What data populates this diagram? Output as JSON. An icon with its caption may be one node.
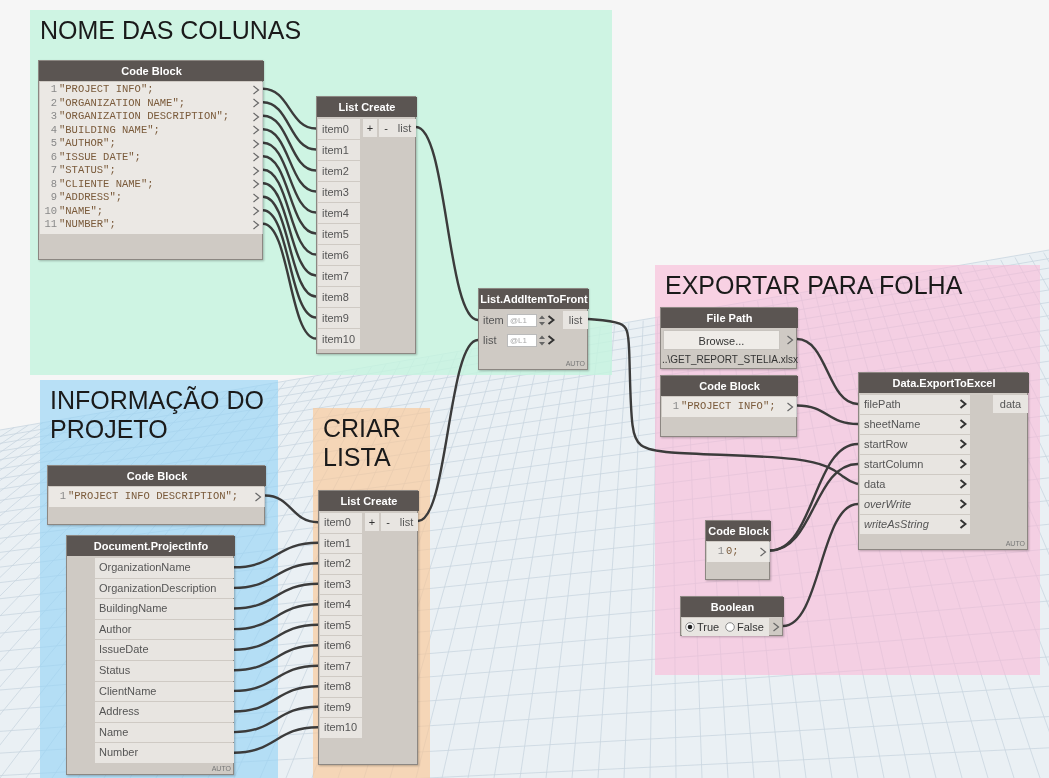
{
  "diagram": {
    "nodes": [
      {
        "text": [
          "NOME DAS COLUNAS"
        ]
      },
      {
        "text": [
          "Code Block",
          "1",
          "\"PROJECT INFO\";",
          "2",
          "\"ORGANIZATION NAME\";",
          "3",
          "\"ORGANIZATION DESCRIPTION\";",
          "4",
          "\"BUILDING NAME\";",
          "5",
          "\"AUTHOR\";",
          "6",
          "\"ISSUE DATE\";",
          "7",
          "\"STATUS\";",
          "8",
          "\"CLIENTE NAME\";",
          "9",
          "\"ADDRESS\";",
          "10",
          "\"NAME\";",
          "11",
          "\"NUMBER\";"
        ],
        "in": 0
      },
      {
        "text": [
          "List Create",
          "item0",
          "item1",
          "item2",
          "item3",
          "item4",
          "item5",
          "item6",
          "item7",
          "item8",
          "item9",
          "item10",
          "+",
          "-",
          "list"
        ],
        "in": 0
      },
      {
        "text": [
          "List.AddItemToFront",
          "item",
          "@L1",
          "list",
          "@L1",
          "list",
          "AUTO"
        ],
        "in": 0
      },
      {
        "text": [
          "INFORMAÇÃO DO PROJETO"
        ]
      },
      {
        "text": [
          "Code Block",
          "1",
          "\"PROJECT INFO DESCRIPTION\";"
        ],
        "in": 4
      },
      {
        "text": [
          "Document.ProjectInfo",
          "OrganizationName",
          "OrganizationDescription",
          "BuildingName",
          "Author",
          "IssueDate",
          "Status",
          "ClientName",
          "Address",
          "Name",
          "Number",
          "AUTO"
        ],
        "in": 4
      },
      {
        "text": [
          "CRIAR LISTA"
        ]
      },
      {
        "text": [
          "List Create",
          "item0",
          "item1",
          "item2",
          "item3",
          "item4",
          "item5",
          "item6",
          "item7",
          "item8",
          "item9",
          "item10",
          "+",
          "-",
          "list"
        ],
        "in": 7
      },
      {
        "text": [
          "EXPORTAR PARA FOLHA"
        ]
      },
      {
        "text": [
          "File Path",
          "Browse...",
          "..\\GET_REPORT_STELIA.xlsx"
        ],
        "in": 9
      },
      {
        "text": [
          "Code Block",
          "1",
          "\"PROJECT INFO\";"
        ],
        "in": 9
      },
      {
        "text": [
          "Data.ExportToExcel",
          "filePath",
          "sheetName",
          "startRow",
          "startColumn",
          "data",
          "overWrite",
          "writeAsString",
          "data",
          "AUTO"
        ],
        "in": 9
      },
      {
        "text": [
          "Code Block",
          "1",
          "0;"
        ],
        "in": 9
      },
      {
        "text": [
          "Boolean",
          "True",
          "False"
        ],
        "in": 9
      }
    ],
    "edges": [
      {
        "from": 1,
        "to": 2,
        "arrow": "none"
      },
      {
        "from": 1,
        "to": 2,
        "arrow": "none"
      },
      {
        "from": 1,
        "to": 2,
        "arrow": "none"
      },
      {
        "from": 1,
        "to": 2,
        "arrow": "none"
      },
      {
        "from": 1,
        "to": 2,
        "arrow": "none"
      },
      {
        "from": 1,
        "to": 2,
        "arrow": "none"
      },
      {
        "from": 1,
        "to": 2,
        "arrow": "none"
      },
      {
        "from": 1,
        "to": 2,
        "arrow": "none"
      },
      {
        "from": 1,
        "to": 2,
        "arrow": "none"
      },
      {
        "from": 1,
        "to": 2,
        "arrow": "none"
      },
      {
        "from": 1,
        "to": 2,
        "arrow": "none"
      },
      {
        "from": 2,
        "to": 3,
        "arrow": "none"
      },
      {
        "from": 8,
        "to": 3,
        "arrow": "none"
      },
      {
        "from": 3,
        "to": 12,
        "arrow": "none"
      },
      {
        "from": 10,
        "to": 12,
        "arrow": "none"
      },
      {
        "from": 11,
        "to": 12,
        "arrow": "none"
      },
      {
        "from": 13,
        "to": 12,
        "arrow": "none"
      },
      {
        "from": 13,
        "to": 12,
        "arrow": "none"
      },
      {
        "from": 14,
        "to": 12,
        "arrow": "none"
      },
      {
        "from": 5,
        "to": 8,
        "arrow": "none"
      },
      {
        "from": 6,
        "to": 8,
        "arrow": "none"
      },
      {
        "from": 6,
        "to": 8,
        "arrow": "none"
      },
      {
        "from": 6,
        "to": 8,
        "arrow": "none"
      },
      {
        "from": 6,
        "to": 8,
        "arrow": "none"
      },
      {
        "from": 6,
        "to": 8,
        "arrow": "none"
      },
      {
        "from": 6,
        "to": 8,
        "arrow": "none"
      },
      {
        "from": 6,
        "to": 8,
        "arrow": "none"
      },
      {
        "from": 6,
        "to": 8,
        "arrow": "none"
      },
      {
        "from": 6,
        "to": 8,
        "arrow": "none"
      },
      {
        "from": 6,
        "to": 8,
        "arrow": "none"
      }
    ]
  }
}
